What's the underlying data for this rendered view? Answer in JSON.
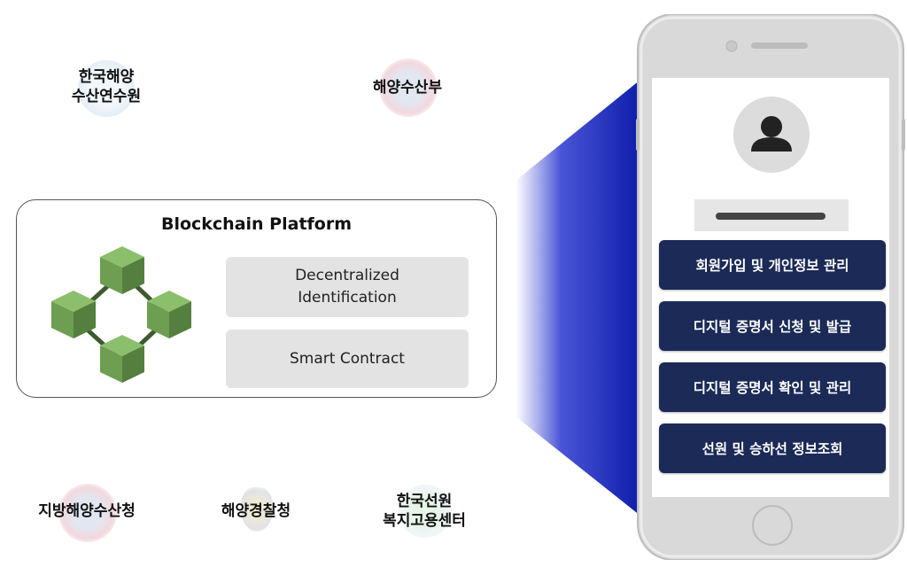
{
  "organizations": {
    "kimst": {
      "line1": "한국해양",
      "line2": "수산연수원"
    },
    "mof": {
      "label": "해양수산부"
    },
    "regional_office": {
      "label": "지방해양수산청"
    },
    "coast_guard": {
      "label": "해양경찰청"
    },
    "seafarers_center": {
      "line1": "한국선원",
      "line2": "복지고용센터"
    }
  },
  "platform": {
    "title": "Blockchain Platform",
    "features": [
      "Decentralized\nIdentification",
      "Smart Contract"
    ]
  },
  "phone": {
    "menu": [
      "회원가입 및 개인정보 관리",
      "디지털 증명서 신청 및 발급",
      "디지털 증명서 확인 및 관리",
      "선원 및 승하선 정보조회"
    ]
  },
  "colors": {
    "menu_button": "#1b2a57",
    "cube_green": "#6d9e52",
    "beam_blue": "#0a1aa8",
    "phone_body": "#dcdcdc"
  }
}
